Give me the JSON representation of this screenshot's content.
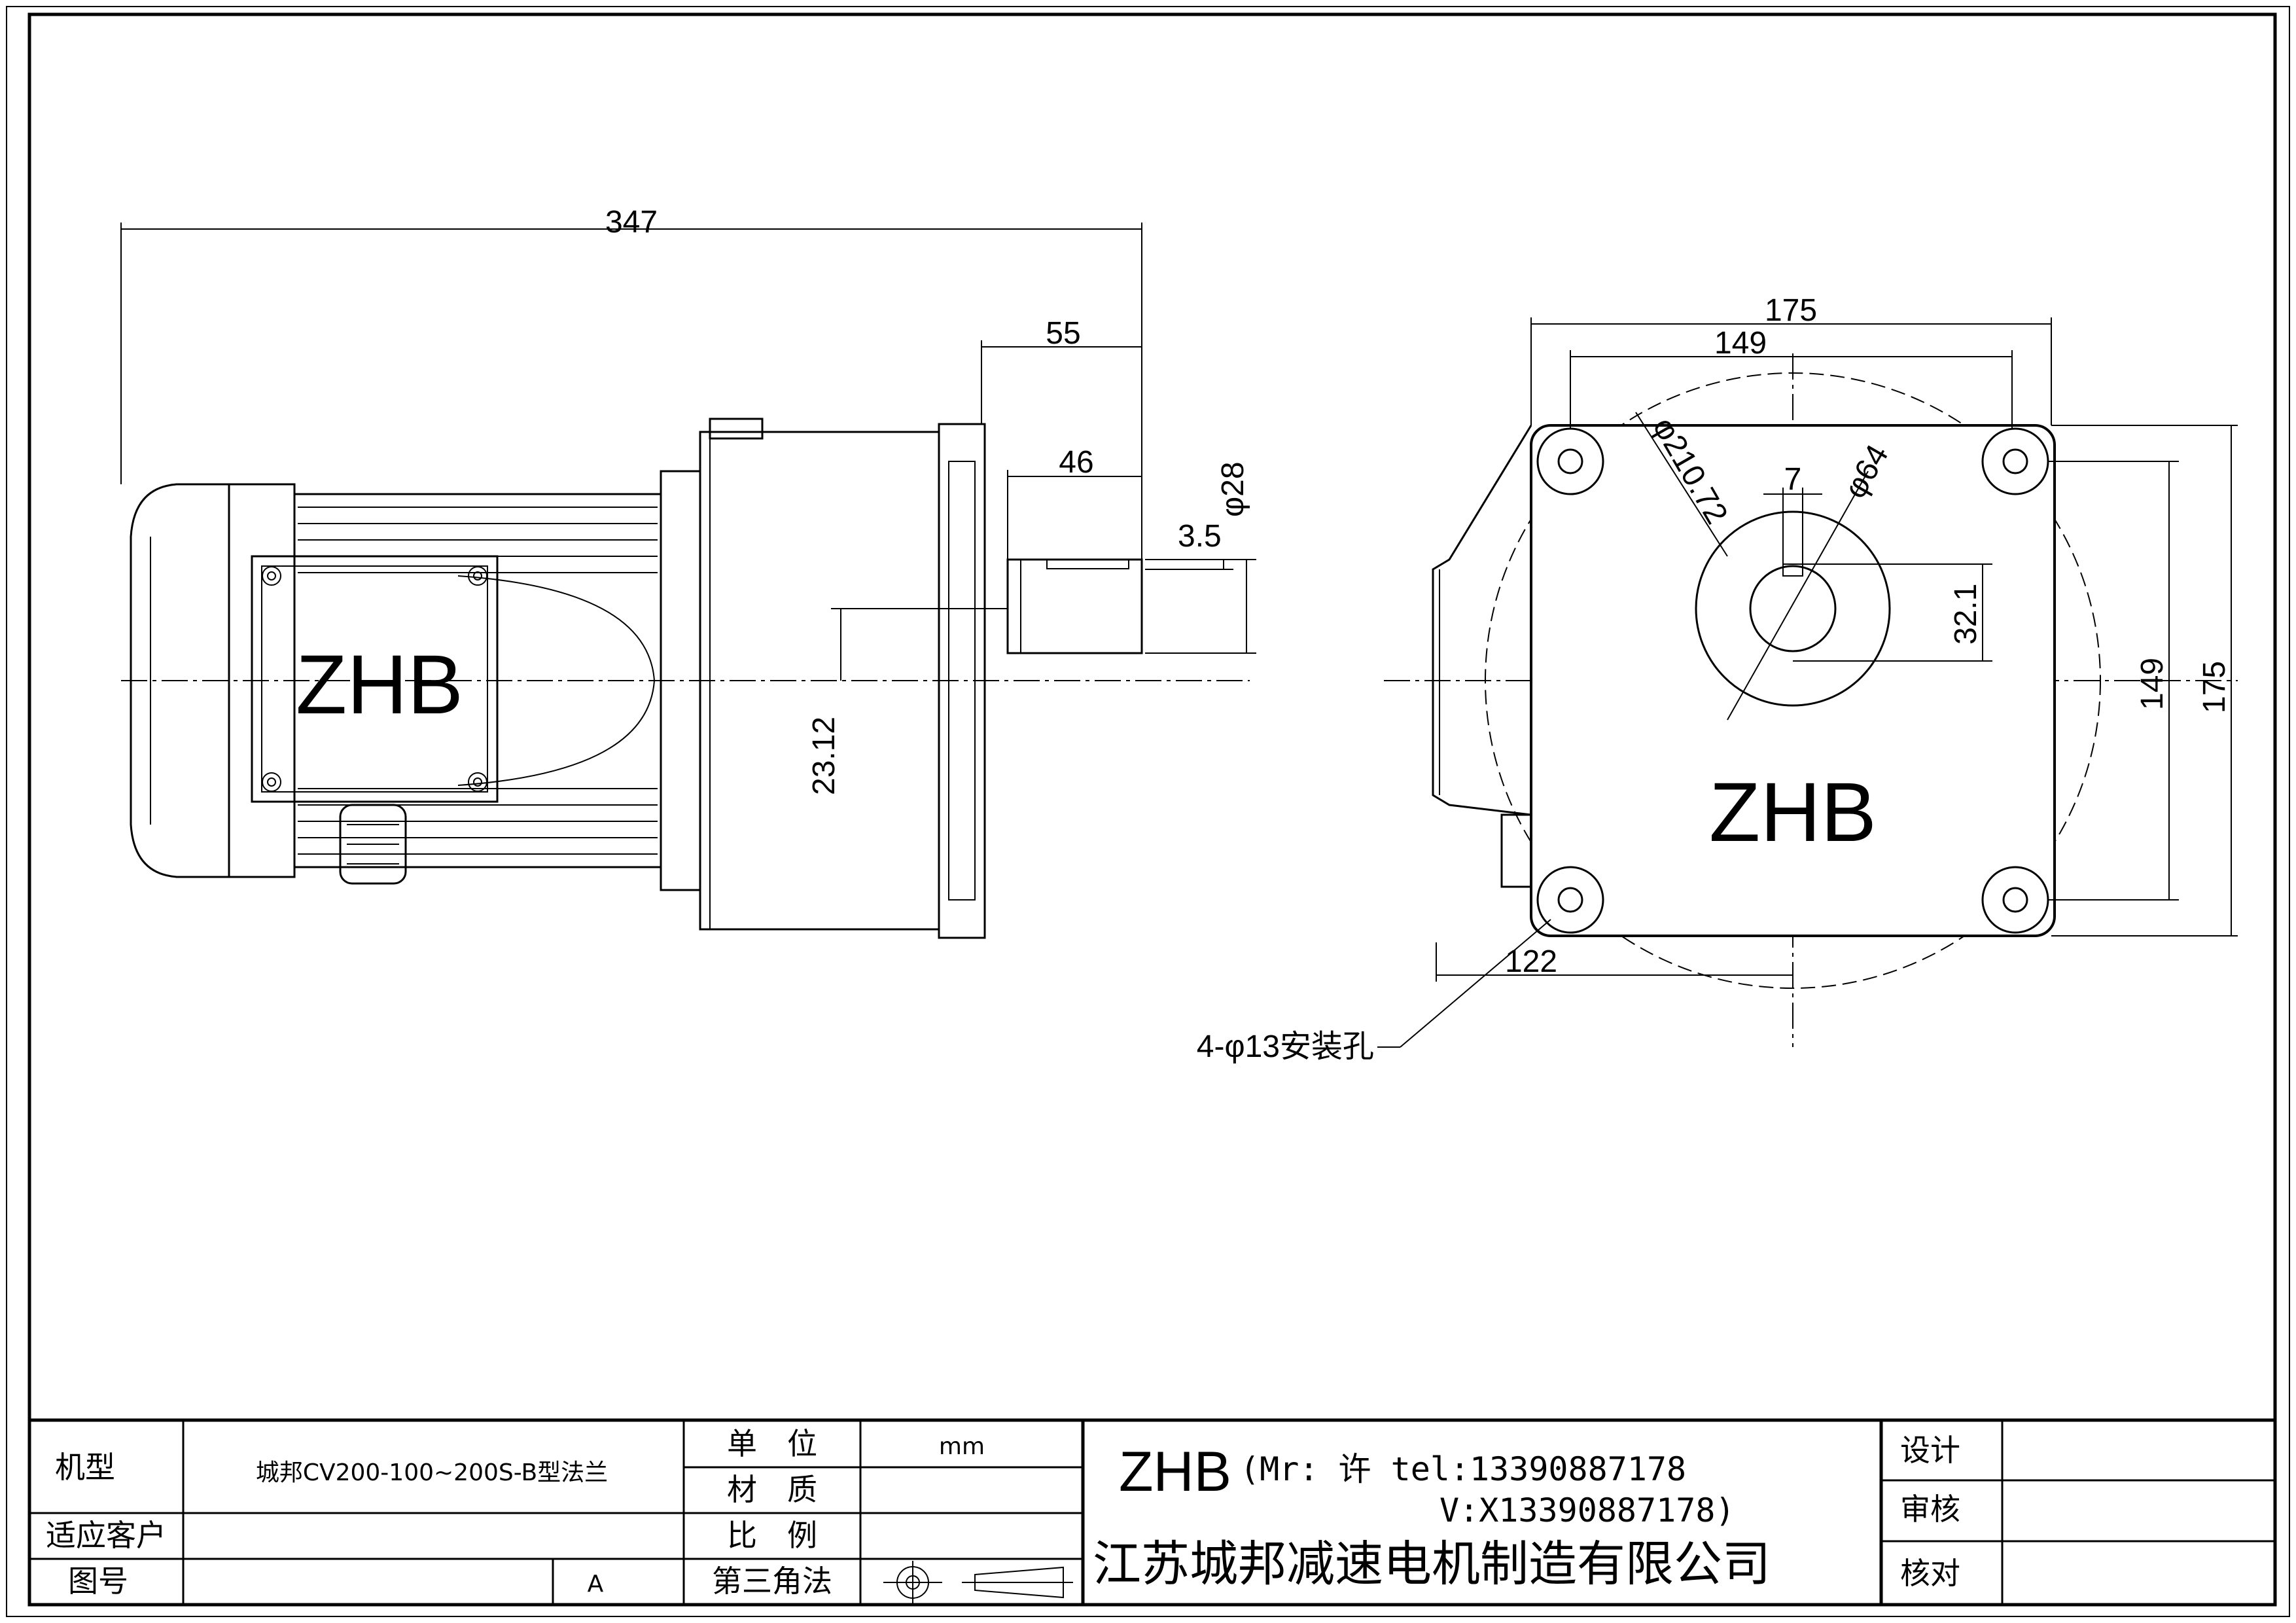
{
  "logo_text": "ZHB",
  "side_view_dims": {
    "overall_length": "347",
    "flange_to_shaft_end": "55",
    "shaft_length": "46",
    "shaft_diameter": "φ28",
    "key_height": "3.5",
    "shaft_center_offset": "23.12"
  },
  "front_view_dims": {
    "flange_width": "175",
    "hole_spacing_h": "149",
    "pitch_circle": "φ210.72",
    "key_width": "7",
    "boss_diameter": "φ64",
    "key_depth": "32.1",
    "hole_spacing_v": "149",
    "flange_height": "175",
    "offset_122": "122",
    "mount_holes": "4-φ13安装孔"
  },
  "title_block": {
    "model_label": "机型",
    "model_value": "城邦CV200-100~200S-B型法兰",
    "customer_label": "适应客户",
    "customer_value": "",
    "drawing_no_label": "图号",
    "revision": "A",
    "unit_label": "单　位",
    "unit_value": "mm",
    "material_label": "材　质",
    "material_value": "",
    "scale_label": "比　例",
    "scale_value": "",
    "projection_label": "第三角法",
    "contact_brand": "ZHB",
    "contact_line1": "(Mr: 许 tel:13390887178",
    "contact_line2": "V:X13390887178)",
    "company": "江苏城邦减速电机制造有限公司",
    "design_label": "设计",
    "review_label": "审核",
    "check_label": "核对"
  }
}
